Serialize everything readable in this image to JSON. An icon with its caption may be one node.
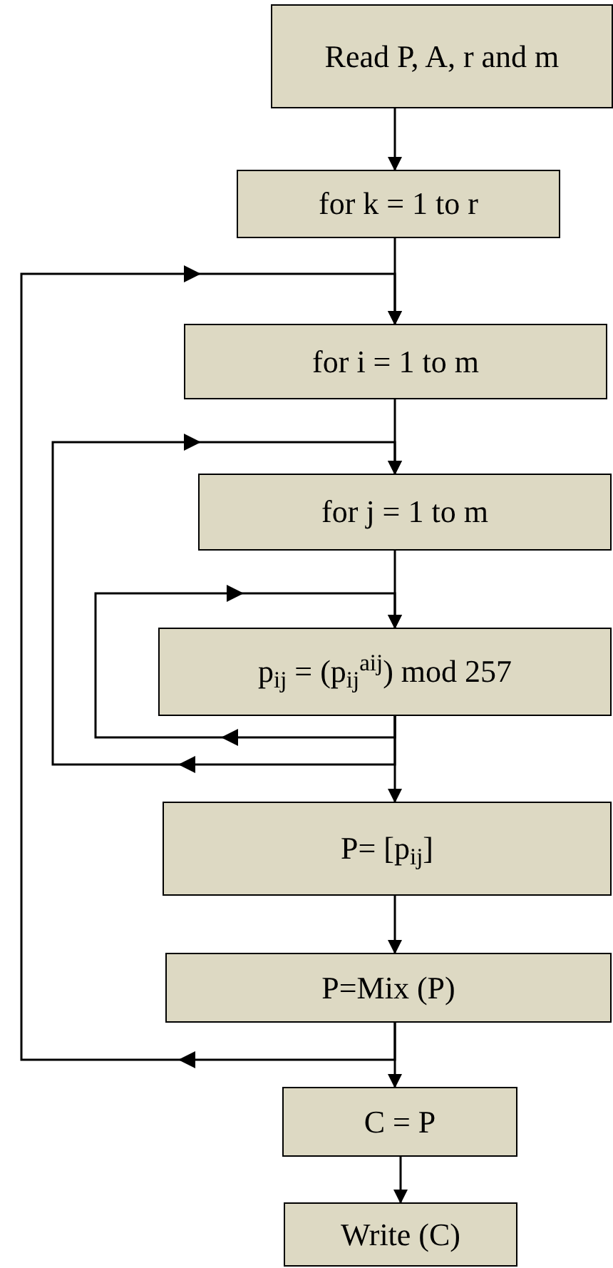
{
  "diagram": {
    "nodes": [
      {
        "text": [
          "Read P, A, r and m"
        ]
      },
      {
        "text": [
          "for k = 1 to r"
        ]
      },
      {
        "text": [
          "for i = 1 to m"
        ]
      },
      {
        "text": [
          "for j = 1 to m"
        ]
      },
      {
        "text": [
          "p$_{ij}$ = (p$_{ij}$$^{aij}$) mod 257"
        ]
      },
      {
        "text": [
          "P= [p$_{ij}$]"
        ]
      },
      {
        "text": [
          "P=Mix (P)"
        ]
      },
      {
        "text": [
          "C = P"
        ]
      },
      {
        "text": [
          "Write (C)"
        ]
      }
    ],
    "edges": [
      {
        "from": 0,
        "to": 1,
        "arrow": "to"
      },
      {
        "from": 1,
        "to": 2,
        "arrow": "to"
      },
      {
        "from": 2,
        "to": 3,
        "arrow": "to"
      },
      {
        "from": 3,
        "to": 4,
        "arrow": "to"
      },
      {
        "from": 4,
        "to": 5,
        "arrow": "to"
      },
      {
        "from": 5,
        "to": 6,
        "arrow": "to"
      },
      {
        "from": 6,
        "to": 7,
        "arrow": "to"
      },
      {
        "from": 7,
        "to": 8,
        "arrow": "to"
      },
      {
        "from": 4,
        "to": 4,
        "arrow": "to"
      },
      {
        "from": 4,
        "to": 3,
        "arrow": "to"
      },
      {
        "from": 6,
        "to": 2,
        "arrow": "to"
      }
    ]
  }
}
